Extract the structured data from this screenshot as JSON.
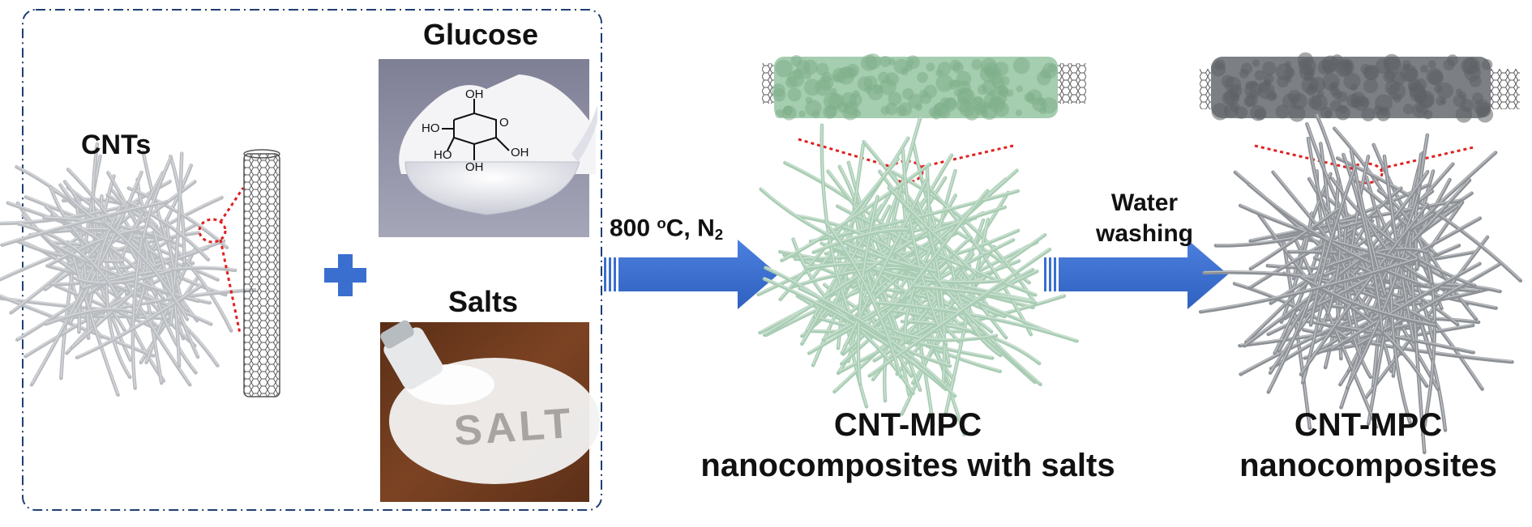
{
  "colors": {
    "cnt_gray": "#b9bcc0",
    "cnt_green": "#a9cdb4",
    "cnt_dark": "#8d9196",
    "arrow_blue": "#3a6fd0",
    "plus_blue": "#3a6fd0",
    "dash_red": "#e02020",
    "box_border": "#1f3e73",
    "glucose_bg": "#8e8fa3",
    "salt_wood": "#6e3a1e"
  },
  "labels": {
    "cnts": "CNTs",
    "glucose": "Glucose",
    "salts": "Salts",
    "salt_word": "SALT",
    "condition_temp": "800 ",
    "condition_deg": "o",
    "condition_rest": "C, N",
    "condition_sub": "2",
    "wash_line1": "Water",
    "wash_line2": "washing",
    "product1_line1": "CNT-MPC",
    "product1_line2": "nanocomposites with salts",
    "product2_line1": "CNT-MPC",
    "product2_line2": "nanocomposites"
  },
  "glucose_structure": {
    "oh_top": "OH",
    "ho_left": "HO",
    "ho_bottom_left": "HO",
    "oh_right": "OH",
    "oh_bottom": "OH",
    "ring_o": "O"
  },
  "icons": [
    "plus-icon",
    "right-arrow-icon",
    "cnt-network-icon",
    "nanotube-icon",
    "salt-shaker-icon"
  ]
}
